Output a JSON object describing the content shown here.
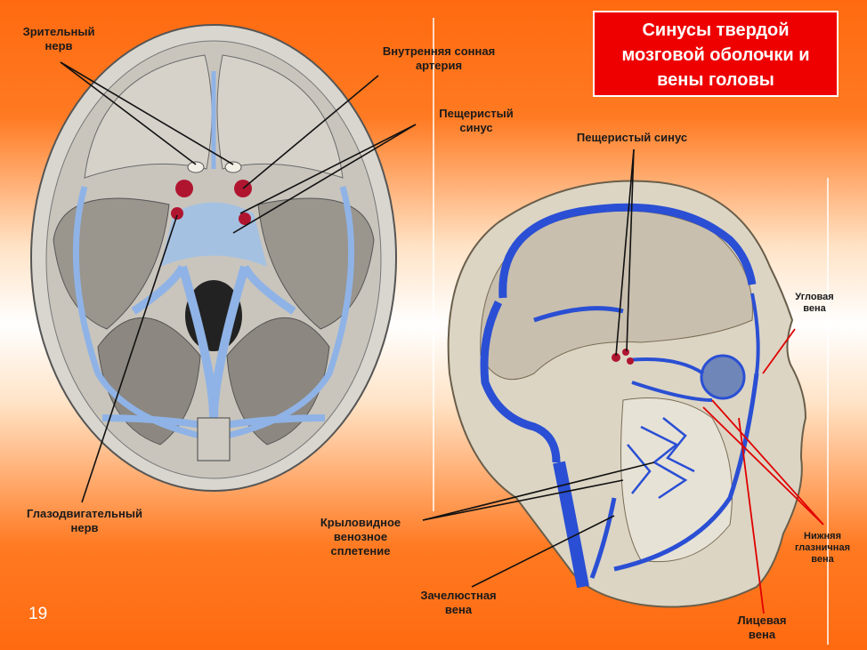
{
  "title": "Синусы твердой\nмозговой оболочки и\nвены головы",
  "slide_number": "19",
  "labels": {
    "optic_nerve": "Зрительный\nнерв",
    "internal_carotid": "Внутренняя сонная\nартерия",
    "cavernous_sinus_left": "Пещеристый\nсинус",
    "cavernous_sinus_right": "Пещеристый синус",
    "angular_vein": "Угловая\nвена",
    "oculomotor_nerve": "Глазодвигательный\nнерв",
    "pterygoid_plexus": "Крыловидное\nвенозное\nсплетение",
    "retromandibular_vein": "Зачелюстная\nвена",
    "inferior_ophthalmic_vein": "Нижняя\nглазничная\nвена",
    "facial_vein": "Лицевая\nвена"
  },
  "colors": {
    "vein": "#2a4fd4",
    "vein_light": "#8fb3e6",
    "sinus_red": "#b01530",
    "bone": "#cfcbc3",
    "pointer_black": "#111111",
    "pointer_red": "#e00000"
  }
}
